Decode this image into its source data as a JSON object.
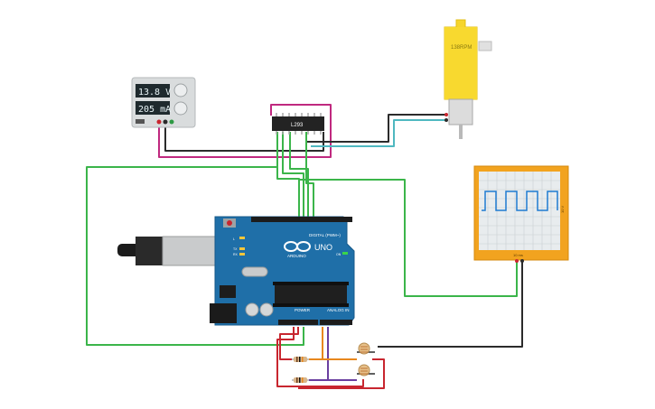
{
  "power_supply": {
    "voltage": "13.8 V",
    "current": "205 mA"
  },
  "motor_driver": {
    "label": "L293"
  },
  "motor": {
    "label": "138RPM"
  },
  "arduino": {
    "model": "UNO",
    "brand": "ARDUINO",
    "digital_header": "DIGITAL (PWM~)",
    "power_header": "POWER",
    "analog_header": "ANALOG IN",
    "tx_label": "TX",
    "rx_label": "RX",
    "on_label": "ON",
    "l_label": "L"
  },
  "oscilloscope": {
    "side_label": "10 V",
    "bottom_label": "10 ms"
  },
  "wire_colors": {
    "green": "#3bb54a",
    "magenta": "#c0297f",
    "dark": "#2b2b2b",
    "teal": "#4fb8c0",
    "red": "#c8262f",
    "orange": "#e8871e",
    "purple": "#6a3fa0"
  }
}
